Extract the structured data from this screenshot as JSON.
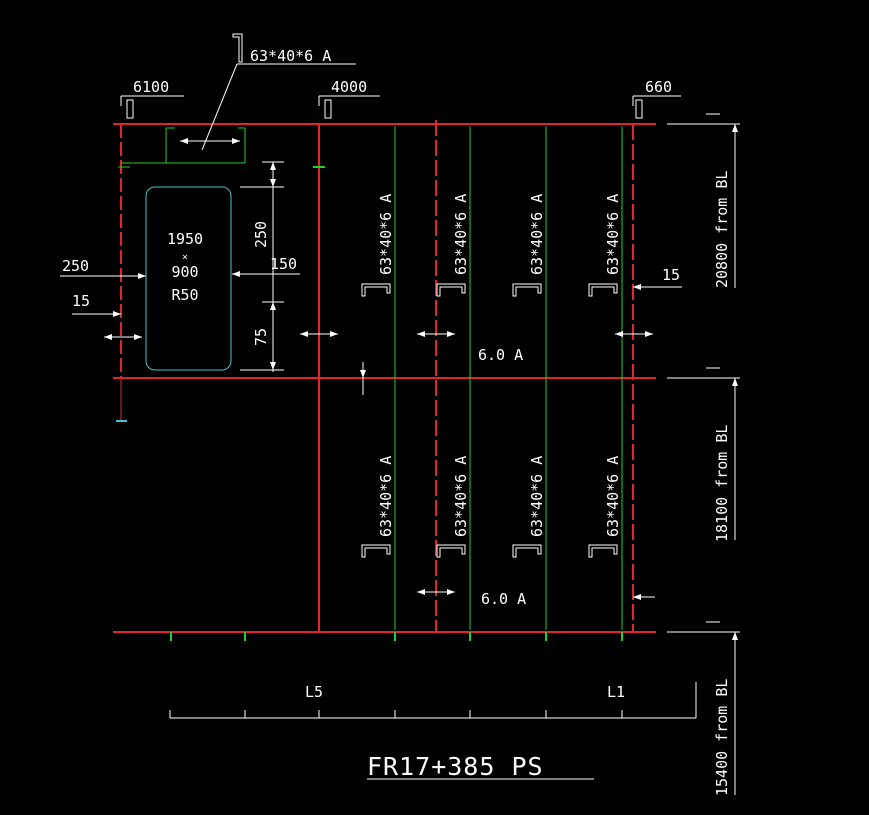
{
  "title": "FR17+385 PS",
  "top_angle_label": "63*40*6 A",
  "frame_labels": {
    "left": "6100",
    "middle": "4000",
    "right": "660"
  },
  "opening": {
    "line1": "1950",
    "line2": "×",
    "line3": "900",
    "line4": "R50"
  },
  "dims": {
    "top_250": "250",
    "bottom_75": "75",
    "right_150": "150",
    "left_250": "250",
    "left_15": "15",
    "right_15": "15"
  },
  "plate_upper": "6.0 A",
  "plate_lower": "6.0 A",
  "stiffener_label": "63*40*6 A",
  "levels": {
    "upper": "20800 from BL",
    "middle": "18100 from BL",
    "lower": "15400 from BL"
  },
  "longitudinals": {
    "left": "L5",
    "right": "L1"
  },
  "colors": {
    "background": "#000000",
    "structure": "#e0262b",
    "stiffener": "#1fd12d",
    "text": "#ffffff",
    "opening": "#43c4c9"
  }
}
